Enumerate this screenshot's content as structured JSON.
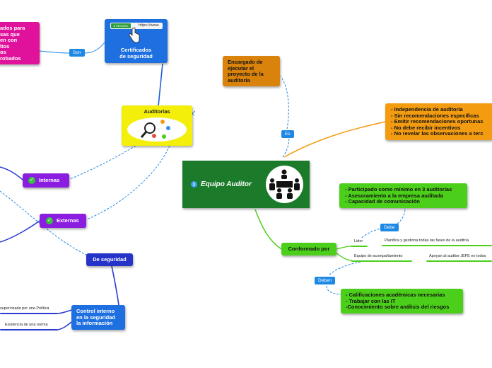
{
  "central": {
    "title": "Equipo Auditor"
  },
  "nodes": {
    "certificados_left": {
      "lines": [
        "ados para",
        "sas que",
        "en con",
        "ltos",
        "os",
        "robados"
      ]
    },
    "certificados": {
      "line1": "Certificados",
      "line2": "de seguridad",
      "badge": "SEGURO",
      "url": "https://www."
    },
    "auditorias": {
      "title": "Auditorías"
    },
    "internas": {
      "label": "Internas"
    },
    "externas": {
      "label": "Externas"
    },
    "de_seguridad": {
      "label": "De seguridad"
    },
    "control_interno": {
      "lines": [
        "Control interno",
        "en la seguridad",
        "la información"
      ]
    },
    "encargado": {
      "lines": [
        "Encargado de",
        "ejecutar el",
        "proyecto de la",
        "auditoría"
      ]
    },
    "independencia": {
      "lines": [
        "- Independencia de auditoría",
        "- Sin recomendaciones específicas",
        "- Emitir recomendaciones oportunas",
        "- No debe recibir incentivos",
        "- No revelar las observaciones a terc"
      ]
    },
    "conformado": {
      "label": "Conformado por"
    },
    "participado": {
      "lines": [
        "- Participado como mínimo en 3 auditorías",
        "- Asesoramiento a la empresa auditada",
        "- Capacidad de comunicación"
      ]
    },
    "calificaciones": {
      "lines": [
        "- Calificaciones académicas necesarias",
        "- Trabajar con las IT",
        "-Conocimiento sobre análisis del riesgos"
      ]
    }
  },
  "connectors": {
    "son": "Son",
    "es": "Es",
    "debe": "Debe",
    "deben": "Deben"
  },
  "plain": {
    "lider": "Lider",
    "planifica": "Planifica y gestiona todas las fases de la auditría",
    "equipo_acomp": "Equipo de acompañamiento",
    "apoyan": "Apoyan al auditor JEFE en todos",
    "supervisada": "supervisada por una Política",
    "existencia": "Existencia de una norma"
  },
  "colors": {
    "magenta": "#e0119b",
    "blue": "#1e6fe0",
    "yellow": "#f3ee0a",
    "purple": "#8a1de0",
    "navy": "#2633c9",
    "orange": "#f39c12",
    "brown": "#d9820c",
    "green_dark": "#1b7b2b",
    "green": "#4ccf1b",
    "pill": "#1e88e5"
  }
}
